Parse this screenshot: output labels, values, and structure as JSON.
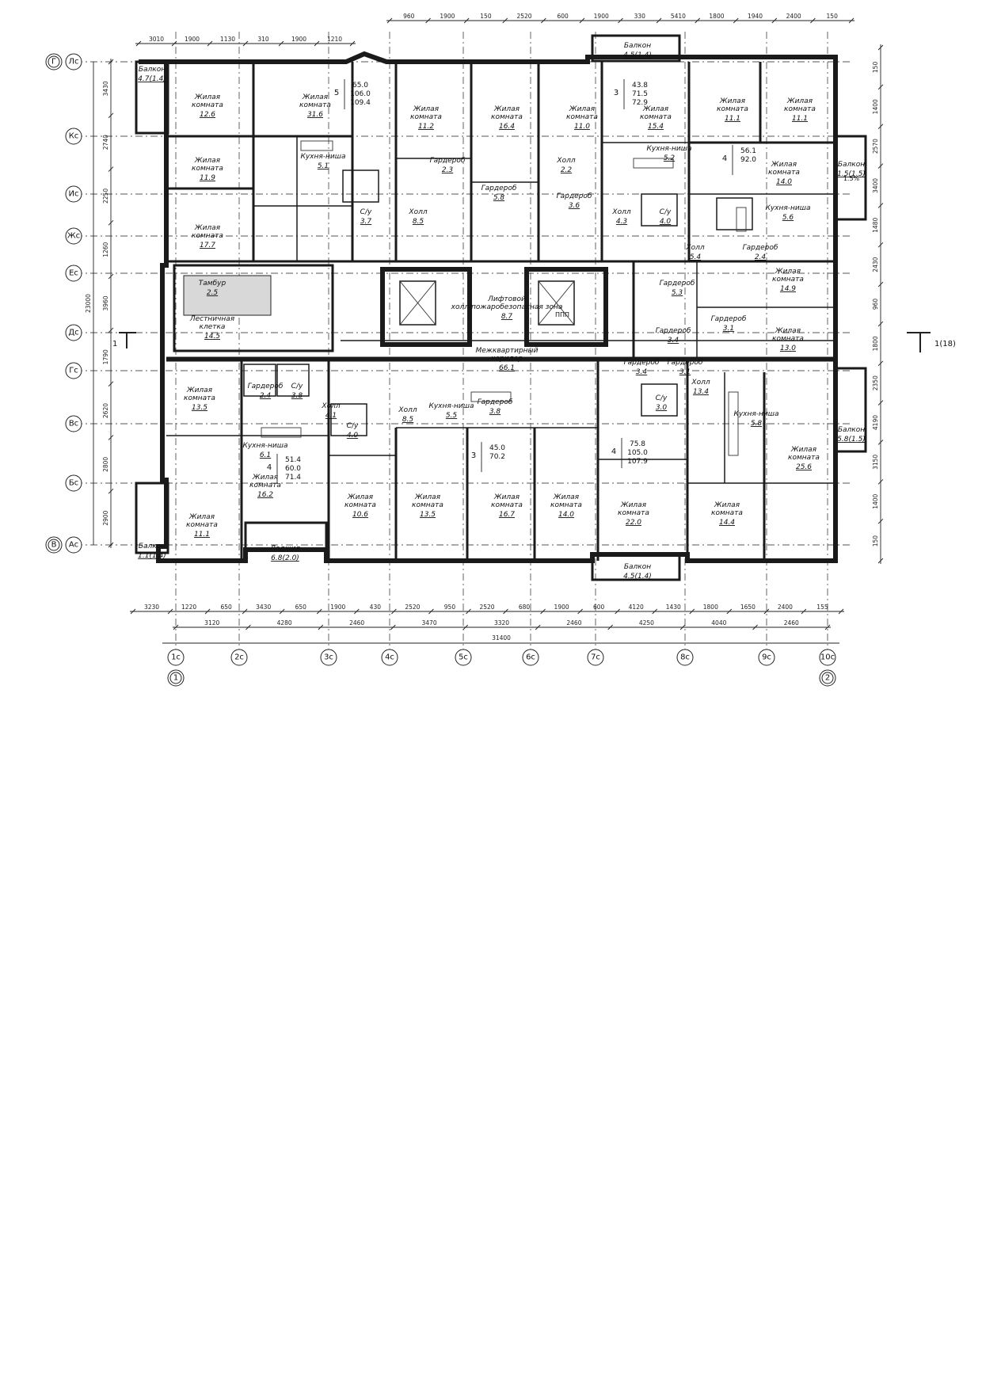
{
  "axes_left": [
    {
      "a": "Г",
      "b": "Лс"
    },
    {
      "a": "",
      "b": "Кс"
    },
    {
      "a": "",
      "b": "Ис"
    },
    {
      "a": "",
      "b": "Жс"
    },
    {
      "a": "",
      "b": "Ес"
    },
    {
      "a": "",
      "b": "Дс"
    },
    {
      "a": "",
      "b": "Гс"
    },
    {
      "a": "",
      "b": "Вс"
    },
    {
      "a": "",
      "b": "Бс"
    },
    {
      "a": "В",
      "b": "Ас"
    }
  ],
  "axes_bottom": [
    {
      "a": "1с",
      "b": "1"
    },
    {
      "a": "2с",
      "b": ""
    },
    {
      "a": "3с",
      "b": ""
    },
    {
      "a": "4с",
      "b": ""
    },
    {
      "a": "5с",
      "b": ""
    },
    {
      "a": "6с",
      "b": ""
    },
    {
      "a": "7с",
      "b": ""
    },
    {
      "a": "8с",
      "b": ""
    },
    {
      "a": "9с",
      "b": ""
    },
    {
      "a": "10с",
      "b": "2"
    }
  ],
  "dims_top1": [
    "960",
    "1900",
    "150",
    "2520",
    "600",
    "1900",
    "330",
    "5410",
    "1800",
    "1940",
    "2400",
    "150"
  ],
  "dims_top2": [
    "3010",
    "1900",
    "1130",
    "310",
    "1900",
    "1210"
  ],
  "dims_left": [
    "3430",
    "2740",
    "2250",
    "1260",
    "3960",
    "1790",
    "2620",
    "2800",
    "2900"
  ],
  "dims_left_total": "23000",
  "dims_right": [
    "150",
    "1400",
    "2570",
    "3400",
    "1480",
    "2430",
    "960",
    "1800",
    "2350",
    "4190",
    "3150",
    "1400",
    "150"
  ],
  "dims_bottom1": [
    "3230",
    "1220",
    "650",
    "3430",
    "650",
    "1900",
    "430",
    "2520",
    "950",
    "2520",
    "680",
    "1900",
    "600",
    "4120",
    "1430",
    "1800",
    "1650",
    "2400",
    "155"
  ],
  "dims_bottom2": [
    "3120",
    "4280",
    "2460",
    "3470",
    "3320",
    "2460",
    "4250",
    "4040",
    "2460"
  ],
  "dims_bottom_total": "31400",
  "section_mark": "1(18)",
  "section_mark_left": "1",
  "rooms": [
    {
      "name": "Балкон",
      "area": "4.7(1.4)"
    },
    {
      "name": "Жилая комната",
      "area": "12.6"
    },
    {
      "name": "Жилая комната",
      "area": "31.6"
    },
    {
      "name": "Жилая комната",
      "area": "11.2"
    },
    {
      "name": "Жилая комната",
      "area": "16.4"
    },
    {
      "name": "Жилая комната",
      "area": "11.0"
    },
    {
      "name": "Жилая комната",
      "area": "15.4"
    },
    {
      "name": "Балкон",
      "area": "4.5(1.4)"
    },
    {
      "name": "Жилая комната",
      "area": "11.1"
    },
    {
      "name": "Жилая комната",
      "area": "11.1"
    },
    {
      "name": "Жилая комната",
      "area": "11.9"
    },
    {
      "name": "Кухня-ниша",
      "area": "5.1"
    },
    {
      "name": "Гардероб",
      "area": "2.3"
    },
    {
      "name": "Холл",
      "area": "2.2"
    },
    {
      "name": "Кухня-ниша",
      "area": "5.2"
    },
    {
      "name": "Жилая комната",
      "area": "14.0"
    },
    {
      "name": "Балкон",
      "area": "1.5(1.5)"
    },
    {
      "name": "Жилая комната",
      "area": "17.7"
    },
    {
      "name": "Холл",
      "area": "8.5"
    },
    {
      "name": "С/у",
      "area": "3.7"
    },
    {
      "name": "Гардероб",
      "area": "5.8"
    },
    {
      "name": "Холл",
      "area": "4.3"
    },
    {
      "name": "С/у",
      "area": "4.0"
    },
    {
      "name": "Кухня-ниша",
      "area": "5.6"
    },
    {
      "name": "Гардероб",
      "area": "3.6"
    },
    {
      "name": "Холл",
      "area": "5.4"
    },
    {
      "name": "Гардероб",
      "area": "2.4"
    },
    {
      "name": "Жилая комната",
      "area": "14.9"
    },
    {
      "name": "Тамбур",
      "area": "2.5"
    },
    {
      "name": "Лестничная клетка",
      "area": "14.5"
    },
    {
      "name": "Лифтовой холл/пожаробезопасная зона",
      "area": "8.7"
    },
    {
      "name": "Межквартирный коридор",
      "area": "66.1"
    },
    {
      "name": "Гардероб",
      "area": "5.3"
    },
    {
      "name": "Гардероб",
      "area": "3.1"
    },
    {
      "name": "Гардероб",
      "area": "3.4"
    },
    {
      "name": "Жилая комната",
      "area": "13.0"
    },
    {
      "name": "Жилая комната",
      "area": "13.5"
    },
    {
      "name": "Гардероб",
      "area": "2.4"
    },
    {
      "name": "С/у",
      "area": "3.8"
    },
    {
      "name": "Холл",
      "area": "4.1"
    },
    {
      "name": "С/у",
      "area": "4.0"
    },
    {
      "name": "Холл",
      "area": "8.5"
    },
    {
      "name": "Гардероб",
      "area": "3.8"
    },
    {
      "name": "Кухня-ниша",
      "area": "5.5"
    },
    {
      "name": "Гардероб",
      "area": "3.4"
    },
    {
      "name": "Гардероб",
      "area": "3.1"
    },
    {
      "name": "С/у",
      "area": "3.0"
    },
    {
      "name": "Холл",
      "area": "13.4"
    },
    {
      "name": "Кухня-ниша",
      "area": "5.8"
    },
    {
      "name": "Балкон",
      "area": "5.8(1.5)"
    },
    {
      "name": "Кухня-ниша",
      "area": "6.1"
    },
    {
      "name": "Жилая комната",
      "area": "25.6"
    },
    {
      "name": "Жилая комната",
      "area": "16.2"
    },
    {
      "name": "Жилая комната",
      "area": "10.6"
    },
    {
      "name": "Жилая комната",
      "area": "13.5"
    },
    {
      "name": "Жилая комната",
      "area": "16.7"
    },
    {
      "name": "Жилая комната",
      "area": "14.0"
    },
    {
      "name": "Жилая комната",
      "area": "22.0"
    },
    {
      "name": "Жилая комната",
      "area": "14.4"
    },
    {
      "name": "Жилая комната",
      "area": "11.1"
    },
    {
      "name": "Балкон",
      "area": "1.1(1.4)"
    },
    {
      "name": "Лоджия",
      "area": "6.8(2.0)"
    },
    {
      "name": "Балкон",
      "area": "4.5(1.4)"
    }
  ],
  "apartments": [
    {
      "rooms": "5",
      "a": "65.0",
      "b": "106.0",
      "c": "109.4"
    },
    {
      "rooms": "3",
      "a": "43.8",
      "b": "71.5",
      "c": "72.9"
    },
    {
      "rooms": "4",
      "a": "56.1",
      "b": "92.0",
      "c": ""
    },
    {
      "rooms": "4",
      "a": "51.4",
      "b": "60.0",
      "c": "71.4"
    },
    {
      "rooms": "3",
      "a": "45.0",
      "b": "70.2",
      "c": ""
    },
    {
      "rooms": "4",
      "a": "75.8",
      "b": "105.0",
      "c": "107.9"
    }
  ],
  "equipment": [
    "ППП"
  ],
  "slope": "1.5%"
}
